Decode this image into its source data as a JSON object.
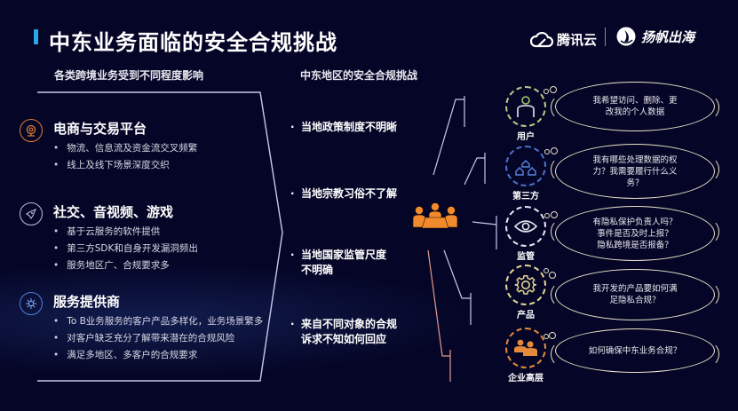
{
  "header": {
    "title": "中东业务面临的安全合规挑战",
    "logos": [
      {
        "name": "腾讯云",
        "icon": "cloud-icon"
      },
      {
        "name": "扬帆出海",
        "icon": "sail-icon"
      }
    ]
  },
  "left": {
    "heading": "各类跨境业务受到不同程度影响",
    "categories": [
      {
        "title": "电商与交易平台",
        "icon": "webcam-icon",
        "color": "#e07b2e",
        "items": [
          "物流、信息流及资金流交叉频繁",
          "线上及线下场景深度交织"
        ]
      },
      {
        "title": "社交、音视频、游戏",
        "icon": "rocket-icon",
        "color": "#b9bcd6",
        "items": [
          "基于云服务的软件提供",
          "第三方SDK和自身开发漏洞频出",
          "服务地区广、合规要求多"
        ]
      },
      {
        "title": "服务提供商",
        "icon": "network-icon",
        "color": "#4d7fd6",
        "items": [
          "To B业务服务的客户产品多样化，业务场景繁多",
          "对客户缺乏充分了解带来潜在的合规风险",
          "满足多地区、多客户的合规要求"
        ]
      }
    ]
  },
  "middle": {
    "heading": "中东地区的安全合规挑战",
    "challenges": [
      {
        "lines": [
          "当地政策制度不明晰"
        ]
      },
      {
        "lines": [
          "当地宗教习俗不了解"
        ]
      },
      {
        "lines": [
          "当地国家监管尺度",
          "不明确"
        ]
      },
      {
        "lines": [
          "来自不同对象的合规",
          "诉求不知如何回应"
        ]
      }
    ],
    "center_icon": "meeting-icon",
    "accent": "#f08a2c"
  },
  "right": {
    "actors": [
      {
        "label": "用户",
        "icon": "user-icon",
        "color": "#b8c987",
        "bubble": [
          "我希望访问、删除、更",
          "改我的个人数据"
        ]
      },
      {
        "label": "第三方",
        "icon": "houses-icon",
        "color": "#4b6fc8",
        "bubble": [
          "我有哪些处理数据的权",
          "力？我需要履行什么义",
          "务？"
        ]
      },
      {
        "label": "监管",
        "icon": "eye-icon",
        "color": "#e6e6f0",
        "bubble": [
          "有隐私保护负责人吗？",
          "事件是否及时上报？",
          "隐私跨境是否报备？"
        ]
      },
      {
        "label": "产品",
        "icon": "gear-icon",
        "color": "#e6d596",
        "bubble": [
          "我开发的产品要如何满",
          "足隐私合规？"
        ]
      },
      {
        "label": "企业高层",
        "icon": "executives-icon",
        "color": "#e38a3c",
        "bubble": [
          "如何确保中东业务合规？"
        ]
      }
    ]
  }
}
